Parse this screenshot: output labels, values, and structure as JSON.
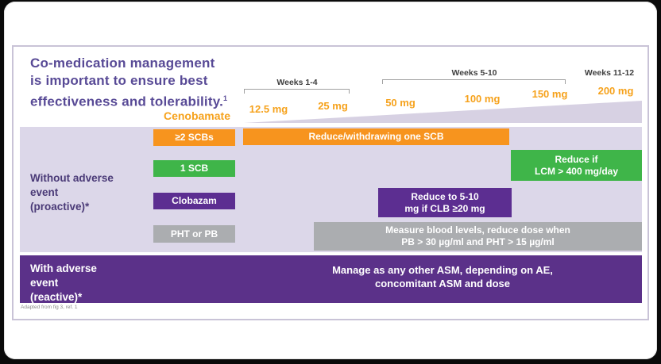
{
  "title": {
    "lines": [
      "Co-medication management",
      "is important to ensure best",
      "effectiveness and tolerability."
    ],
    "ref": "1"
  },
  "header": {
    "drug": "Cenobamate",
    "weeks": [
      "Weeks 1-4",
      "Weeks 5-10",
      "Weeks 11-12"
    ],
    "doses": [
      "12.5 mg",
      "25 mg",
      "50 mg",
      "100 mg",
      "150 mg",
      "200 mg"
    ]
  },
  "matrix": {
    "proactive_header": [
      "Without adverse",
      "event",
      "(proactive)*"
    ],
    "reactive_header": [
      "With adverse",
      "event",
      "(reactive)*"
    ],
    "rows": [
      {
        "med": "≥2 SCBs",
        "action": [
          "Reduce/withdrawing one SCB",
          ""
        ]
      },
      {
        "med": "1 SCB",
        "action": [
          "Reduce if",
          "LCM > 400 mg/day"
        ]
      },
      {
        "med": "Clobazam",
        "action": [
          "Reduce to 5-10",
          "mg if CLB ≥20 mg"
        ]
      },
      {
        "med": "PHT or PB",
        "action": [
          "Measure blood levels, reduce dose when",
          "PB > 30 µg/ml and PHT > 15 µg/ml"
        ]
      }
    ],
    "reactive_action": [
      "Manage as any other ASM, depending on AE,",
      "concomitant ASM and dose"
    ]
  },
  "footnote": "Adapted from fig 3, ref. 1",
  "colors": {
    "title_purple": "#584A96",
    "accent_orange": "#F7941E",
    "dose_orange": "#F6A21C",
    "green": "#3FB549",
    "chip_purple": "#5C2E91",
    "band_purple": "#5B3189",
    "gray": "#ABADB0",
    "lavender_band": "#DCD7E9",
    "wedge_lavender": "#D7D1E3"
  }
}
